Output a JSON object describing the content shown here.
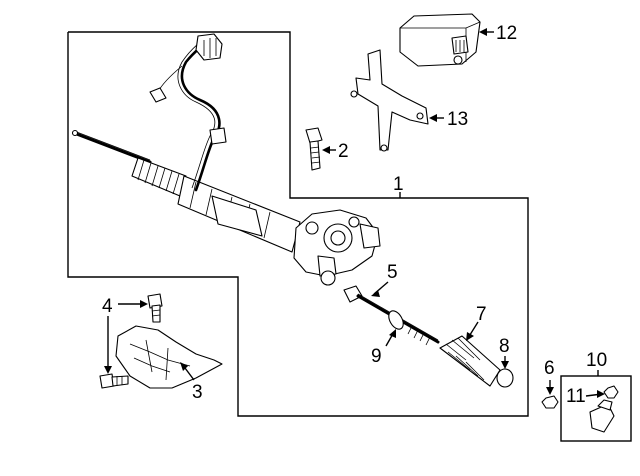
{
  "callouts": {
    "c1": "1",
    "c2": "2",
    "c3": "3",
    "c4": "4",
    "c5": "5",
    "c6": "6",
    "c7": "7",
    "c8": "8",
    "c9": "9",
    "c10": "10",
    "c11": "11",
    "c12": "12",
    "c13": "13"
  },
  "parts": [
    {
      "id": "1",
      "icon": "steering-rack-assembly-icon"
    },
    {
      "id": "2",
      "icon": "bolt-icon"
    },
    {
      "id": "3",
      "icon": "heat-shield-icon"
    },
    {
      "id": "4",
      "icon": "bolt-icon"
    },
    {
      "id": "5",
      "icon": "inner-tie-rod-icon"
    },
    {
      "id": "6",
      "icon": "nut-icon"
    },
    {
      "id": "7",
      "icon": "boot-icon"
    },
    {
      "id": "8",
      "icon": "clamp-icon"
    },
    {
      "id": "9",
      "icon": "clamp-ring-icon"
    },
    {
      "id": "10",
      "icon": "outer-tie-rod-icon"
    },
    {
      "id": "11",
      "icon": "nut-icon"
    },
    {
      "id": "12",
      "icon": "control-module-icon"
    },
    {
      "id": "13",
      "icon": "bracket-icon"
    }
  ]
}
